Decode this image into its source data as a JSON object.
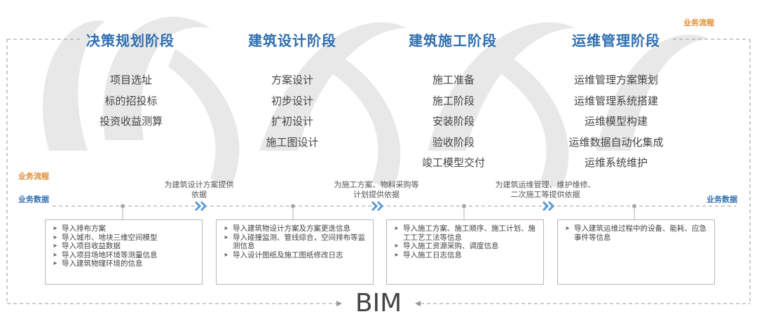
{
  "tags": {
    "flow_top_right": "业务流程",
    "flow_left": "业务流程",
    "data_left": "业务数据",
    "data_right": "业务数据"
  },
  "phases": [
    {
      "title": "决策规划阶段",
      "items": [
        "项目选址",
        "标的招投标",
        "投资收益测算"
      ]
    },
    {
      "title": "建筑设计阶段",
      "items": [
        "方案设计",
        "初步设计",
        "扩初设计",
        "施工图设计"
      ]
    },
    {
      "title": "建筑施工阶段",
      "items": [
        "施工准备",
        "施工阶段",
        "安装阶段",
        "验收阶段",
        "竣工模型交付"
      ]
    },
    {
      "title": "运维管理阶段",
      "items": [
        "运维管理方案策划",
        "运维管理系统搭建",
        "运维模型构建",
        "运维数据自动化集成",
        "运维系统维护"
      ]
    }
  ],
  "basis": [
    {
      "lines": [
        "为建筑设计方案提供",
        "依据"
      ]
    },
    {
      "lines": [
        "为施工方案、物料采购等",
        "计划提供依据"
      ]
    },
    {
      "lines": [
        "为建筑运维管理、维护维修、",
        "二次施工等提供依据"
      ]
    }
  ],
  "data_boxes": [
    {
      "items": [
        "导入排布方案",
        "导入城市、地块三维空间模型",
        "导入项目收益数据",
        "导入项目场地环境等测量信息",
        "导入建筑物理环境的信息"
      ]
    },
    {
      "items": [
        "导入建筑物设计方案及方案更迭信息",
        "导入碰撞监测、管线综合，空间排布等监测信息",
        "导入设计图纸及施工图纸修改日志"
      ]
    },
    {
      "items": [
        "导入施工方案、施工顺序、施工计划、施工工艺工法等信息",
        "导入施工资源采购、调度信息",
        "导入施工日志信息"
      ]
    },
    {
      "items": [
        "导入建筑运维过程中的设备、能耗、应急事件等信息"
      ]
    }
  ],
  "bim": "BIM",
  "colors": {
    "title": "#2f6fb0",
    "accent": "#e08a2c",
    "chevron": "#5b9bd5",
    "swoosh": "#e6e6e6"
  }
}
